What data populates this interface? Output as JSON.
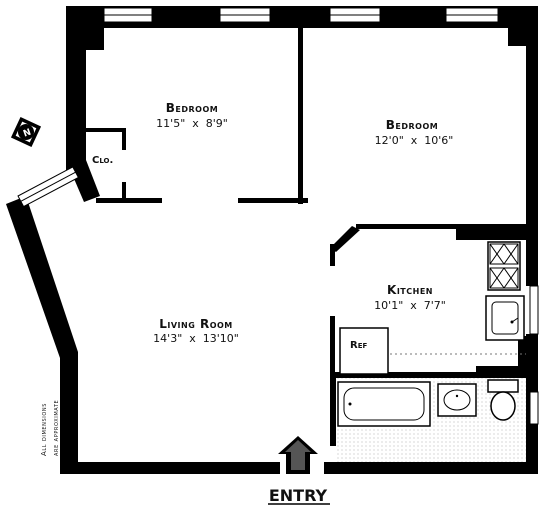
{
  "rooms": {
    "bedroom_left": {
      "name": "Bedroom",
      "dims": "11'5\"  x  8'9\""
    },
    "bedroom_right": {
      "name": "Bedroom",
      "dims": "12'0\"  x  10'6\""
    },
    "closet": {
      "name": "Clo."
    },
    "kitchen": {
      "name": "Kitchen",
      "dims": "10'1\"  x  7'7\""
    },
    "refrigerator": {
      "name": "Ref"
    },
    "living_room": {
      "name": "Living Room",
      "dims": "14'3\"  x  13'10\""
    }
  },
  "note": {
    "line1": "All dimensions",
    "line2": "are approximate"
  },
  "entry": {
    "label": "ENTRY"
  },
  "compass": {
    "letter": "N",
    "icon": "compass-icon"
  },
  "colors": {
    "wall": "#000000",
    "window": "#ffffff",
    "background": "#ffffff"
  }
}
